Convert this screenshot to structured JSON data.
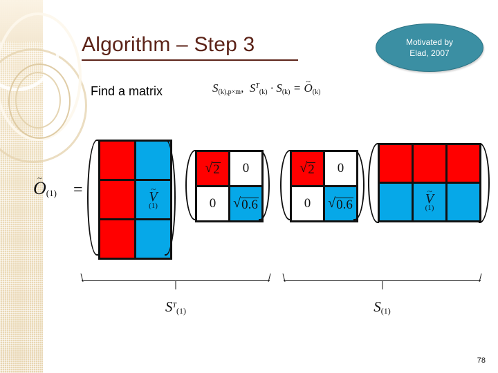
{
  "slide": {
    "title": "Algorithm – Step 3",
    "title_color": "#5c2318",
    "page_number": "78",
    "background": "#ffffff"
  },
  "callout": {
    "line1": "Motivated by",
    "line2": "Elad, 2007",
    "fill": "#3b8fa3",
    "text_color": "#ffffff"
  },
  "statement": {
    "text": "Find a matrix",
    "formula": {
      "term1_base": "S",
      "term1_sub": "(k),p×m",
      "comma": ",",
      "term2_base": "S",
      "term2_sup": "T",
      "term2_sub": "(k)",
      "dot": "·",
      "term3_base": "S",
      "term3_sub": "(k)",
      "equals": "=",
      "rhs_base": "O",
      "rhs_tilde": "~",
      "rhs_sub": "(k)"
    }
  },
  "equation": {
    "lhs_base": "O",
    "lhs_tilde": "~",
    "lhs_sub": "(1)",
    "equals": "="
  },
  "colors": {
    "red": "#ff0000",
    "blue": "#06a8e8",
    "white": "#ffffff",
    "border": "#111111"
  },
  "matrices": [
    {
      "name": "V-tilde-1-tall",
      "rows": 3,
      "cols": 2,
      "cells": [
        {
          "fill": "red",
          "text": ""
        },
        {
          "fill": "blue",
          "text": ""
        },
        {
          "fill": "red",
          "text": ""
        },
        {
          "fill": "blue",
          "text": "V~",
          "label_base": "V",
          "label_tilde": "~",
          "label_sub": "(1)"
        },
        {
          "fill": "red",
          "text": ""
        },
        {
          "fill": "blue",
          "text": ""
        }
      ]
    },
    {
      "name": "sigma-diagonal-a",
      "rows": 2,
      "cols": 2,
      "cells": [
        {
          "fill": "red",
          "text": "sqrt2",
          "radicand": "2"
        },
        {
          "fill": "white",
          "text": "0"
        },
        {
          "fill": "white",
          "text": "0"
        },
        {
          "fill": "blue",
          "text": "sqrt0.6",
          "radicand": "0.6"
        }
      ]
    },
    {
      "name": "sigma-diagonal-b",
      "rows": 2,
      "cols": 2,
      "cells": [
        {
          "fill": "red",
          "text": "sqrt2",
          "radicand": "2"
        },
        {
          "fill": "white",
          "text": "0"
        },
        {
          "fill": "white",
          "text": "0"
        },
        {
          "fill": "blue",
          "text": "sqrt0.6",
          "radicand": "0.6"
        }
      ]
    },
    {
      "name": "V-tilde-1-wide",
      "rows": 2,
      "cols": 3,
      "cells": [
        {
          "fill": "red",
          "text": ""
        },
        {
          "fill": "red",
          "text": ""
        },
        {
          "fill": "red",
          "text": ""
        },
        {
          "fill": "blue",
          "text": ""
        },
        {
          "fill": "blue",
          "text": "V~",
          "label_base": "V",
          "label_tilde": "~",
          "label_sub": "(1)"
        },
        {
          "fill": "blue",
          "text": ""
        }
      ]
    }
  ],
  "braces": [
    {
      "name": "left-brace",
      "label_base": "S",
      "label_sup": "T",
      "label_sub": "(1)"
    },
    {
      "name": "right-brace",
      "label_base": "S",
      "label_sup": "",
      "label_sub": "(1)"
    }
  ],
  "radicals": {
    "sqrt_glyph": "√"
  }
}
